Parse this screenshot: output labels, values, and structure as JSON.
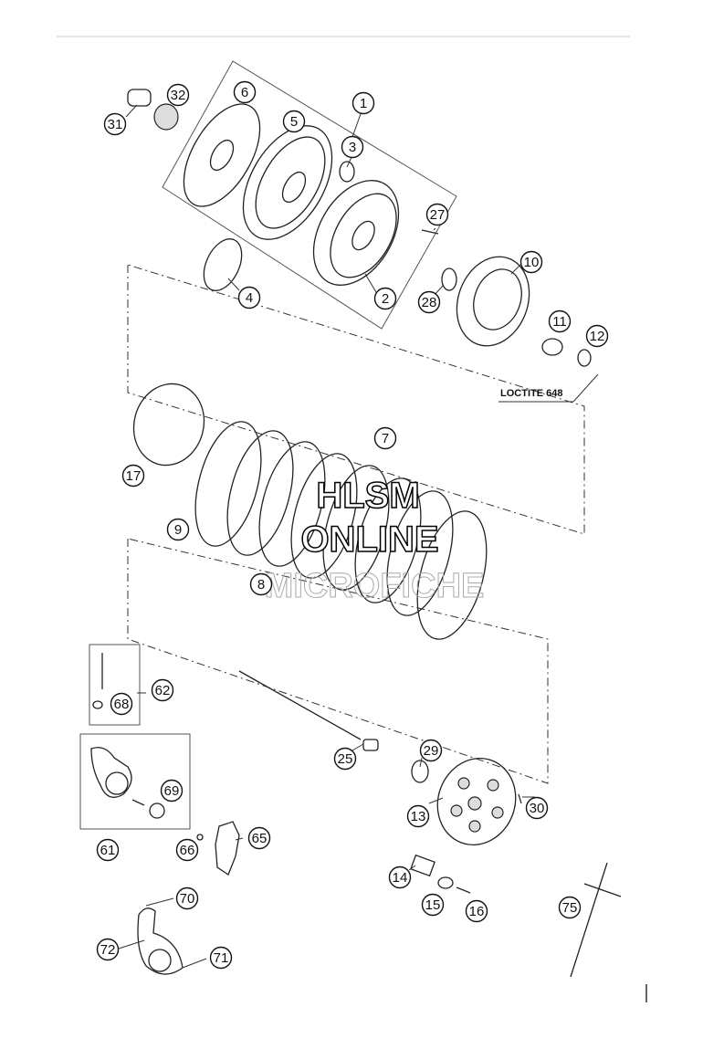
{
  "labels": [
    "1",
    "2",
    "3",
    "4",
    "5",
    "6",
    "7",
    "8",
    "9",
    "10",
    "11",
    "12",
    "13",
    "14",
    "15",
    "16",
    "17",
    "25",
    "27",
    "28",
    "29",
    "30",
    "31",
    "32",
    "61",
    "62",
    "65",
    "66",
    "68",
    "69",
    "70",
    "71",
    "72",
    "75"
  ],
  "note_loctite": "LOCTITE 648",
  "watermark": {
    "line1": "HLSM",
    "line2": "ONLINE",
    "line3": "MICROFICHE"
  }
}
